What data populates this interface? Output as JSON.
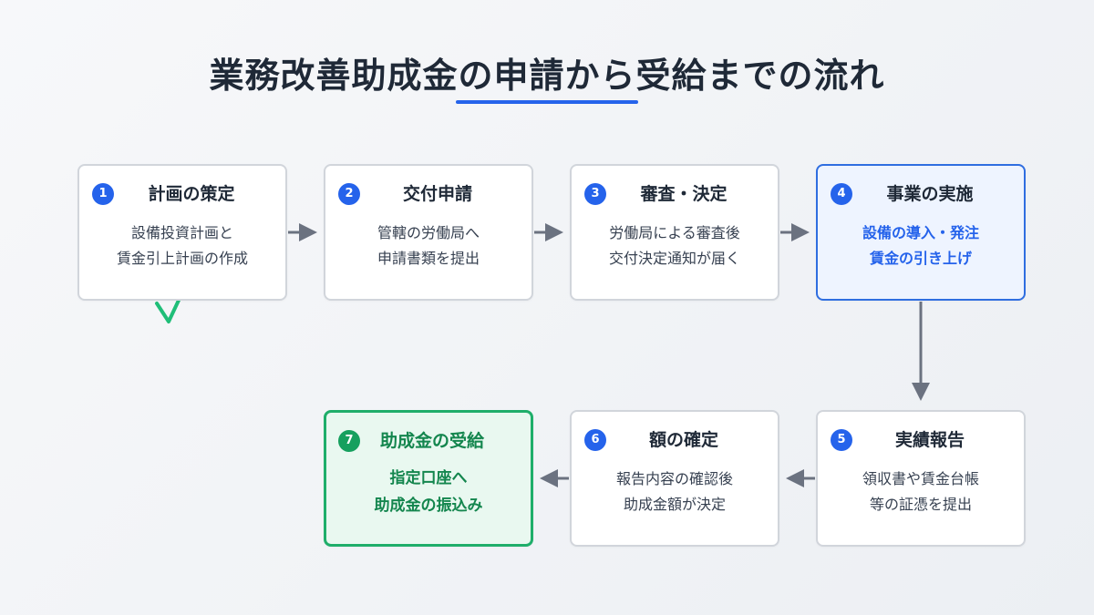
{
  "title": "業務改善助成金の申請から受給までの流れ",
  "colors": {
    "accent": "#2563eb",
    "arrow": "#6b7280",
    "success": "#16a05e",
    "check": "#1fbe78"
  },
  "steps": [
    {
      "number": "1",
      "title": "計画の策定",
      "lines": [
        "設備投資計画と",
        "賃金引上計画の作成"
      ],
      "status": "completed"
    },
    {
      "number": "2",
      "title": "交付申請",
      "lines": [
        "管轄の労働局へ",
        "申請書類を提出"
      ],
      "status": "default"
    },
    {
      "number": "3",
      "title": "審査・決定",
      "lines": [
        "労働局による審査後",
        "交付決定通知が届く"
      ],
      "status": "default"
    },
    {
      "number": "4",
      "title": "事業の実施",
      "lines": [
        "設備の導入・発注",
        "賃金の引き上げ"
      ],
      "status": "current"
    },
    {
      "number": "5",
      "title": "実績報告",
      "lines": [
        "領収書や賃金台帳",
        "等の証憑を提出"
      ],
      "status": "default"
    },
    {
      "number": "6",
      "title": "額の確定",
      "lines": [
        "報告内容の確認後",
        "助成金額が決定"
      ],
      "status": "default"
    },
    {
      "number": "7",
      "title": "助成金の受給",
      "lines": [
        "指定口座へ",
        "助成金の振込み"
      ],
      "status": "goal"
    }
  ],
  "check_icon": "checkmark-icon"
}
